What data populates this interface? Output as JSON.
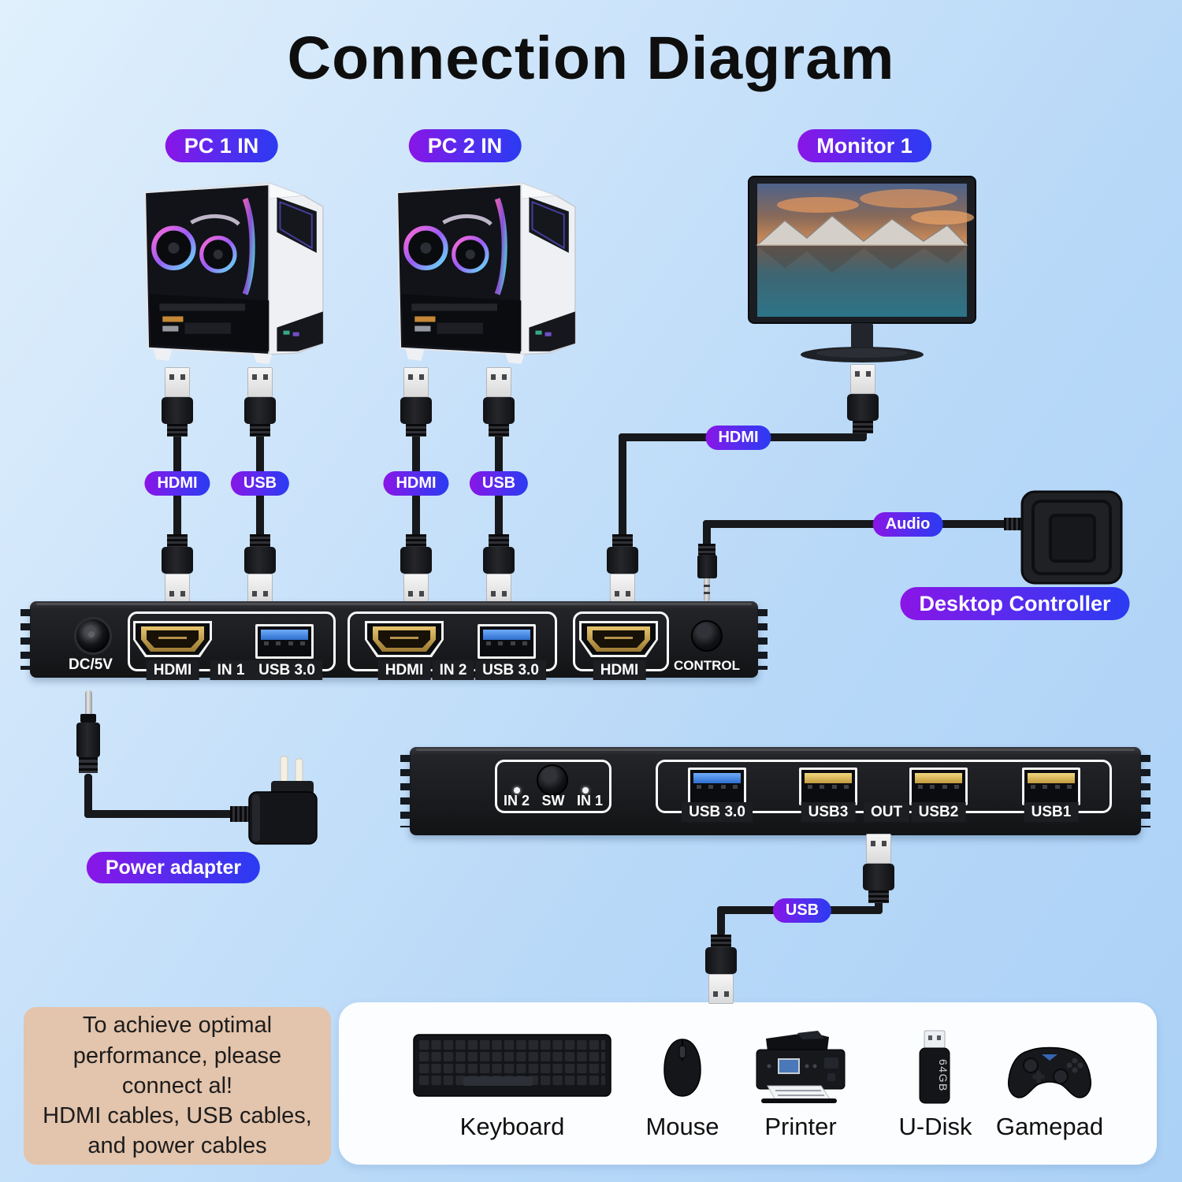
{
  "title": "Connection Diagram",
  "colors": {
    "background_top": "#e0f0fc",
    "background_bottom": "#abd1f6",
    "badge_gradient_start": "#8a15e6",
    "badge_gradient_end": "#2b3bf2",
    "usb3_port_blue": "#3d82e0",
    "usb2_port_gold": "#e2bd62",
    "note_background": "#e3c4ac",
    "device_black": "#17181b"
  },
  "badges": {
    "pc1": "PC 1 IN",
    "pc2": "PC 2 IN",
    "monitor": "Monitor 1",
    "desktop_controller": "Desktop Controller",
    "power_adapter": "Power adapter"
  },
  "cable_labels": {
    "pc1_hdmi": "HDMI",
    "pc1_usb": "USB",
    "pc2_hdmi": "HDMI",
    "pc2_usb": "USB",
    "monitor_hdmi": "HDMI",
    "audio": "Audio",
    "hub_usb": "USB"
  },
  "kvm_front": {
    "dc_label": "DC/5V",
    "group1": {
      "hdmi": "HDMI",
      "channel": "IN 1",
      "usb": "USB 3.0"
    },
    "group2": {
      "hdmi": "HDMI",
      "channel": "IN 2",
      "usb": "USB 3.0"
    },
    "out_group": {
      "hdmi": "HDMI"
    },
    "control_label": "CONTROL"
  },
  "kvm_rear": {
    "switch_group": {
      "in2": "IN 2",
      "sw": "SW",
      "in1": "IN 1"
    },
    "usb_group": {
      "usb30": "USB 3.0",
      "usb3": "USB3",
      "out": "OUT",
      "usb2": "USB2",
      "usb1": "USB1"
    }
  },
  "peripherals": {
    "keyboard": "Keyboard",
    "mouse": "Mouse",
    "printer": "Printer",
    "udisk": "U-Disk",
    "gamepad": "Gamepad",
    "udisk_capacity": "64GB"
  },
  "note_text": "To achieve optimal\nperformance, please\nconnect al!\nHDMI cables, USB cables,\nand power cables"
}
